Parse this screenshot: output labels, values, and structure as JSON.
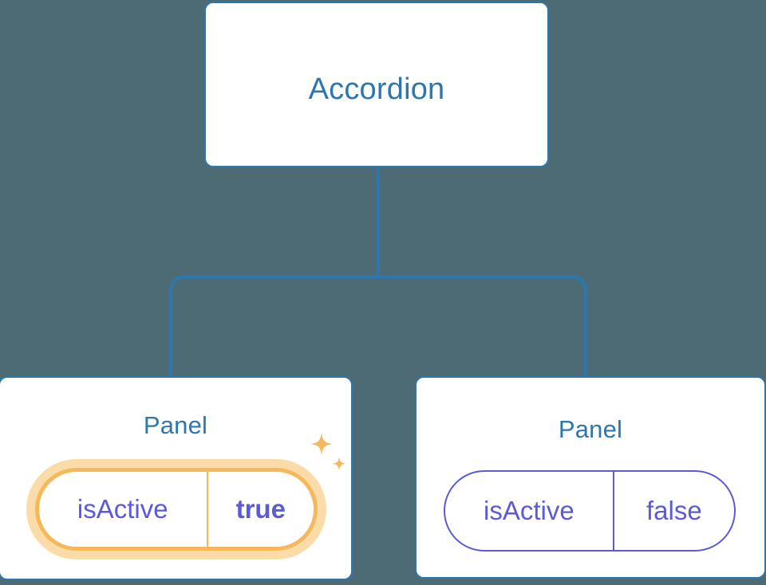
{
  "diagram": {
    "type": "component-tree",
    "background_color": "#4d6b74",
    "node_border_color": "#2e77ae",
    "node_text_color": "#2e77ae",
    "edge_color": "#2e77ae",
    "prop_text_color": "#5b5bd6",
    "highlight_color": "#f5b95c",
    "highlight_glow_color": "#fbdca8",
    "root": {
      "label": "Accordion"
    },
    "children": [
      {
        "label": "Panel",
        "highlighted": true,
        "prop": {
          "key": "isActive",
          "value": "true"
        },
        "sparkle_icon": "sparkles-icon"
      },
      {
        "label": "Panel",
        "highlighted": false,
        "prop": {
          "key": "isActive",
          "value": "false"
        }
      }
    ]
  }
}
